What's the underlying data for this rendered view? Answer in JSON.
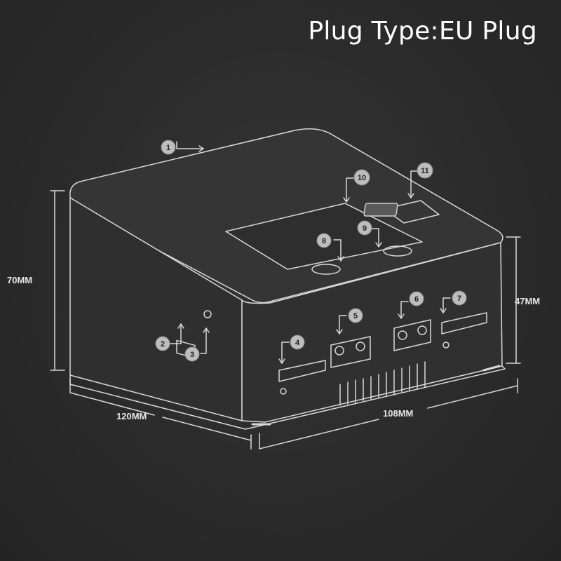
{
  "title": "Plug Type:EU Plug",
  "dimensions": {
    "height": "70MM",
    "front_height": "47MM",
    "depth": "120MM",
    "width": "108MM"
  },
  "callouts": [
    "1",
    "2",
    "3",
    "4",
    "5",
    "6",
    "7",
    "8",
    "9",
    "10",
    "11"
  ]
}
